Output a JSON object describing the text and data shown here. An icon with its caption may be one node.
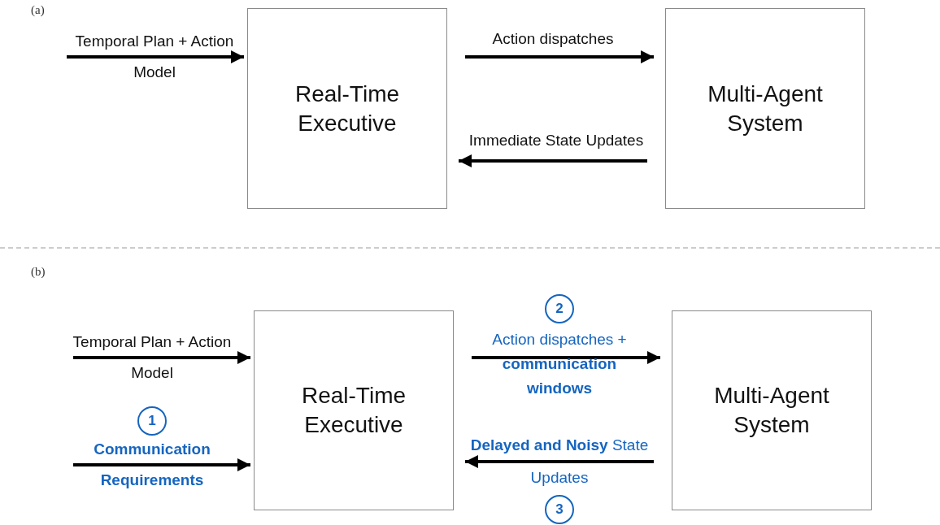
{
  "diagram": {
    "nodes": [
      {
        "text": [
          "Real-Time Executive"
        ]
      },
      {
        "text": [
          "Multi-Agent System"
        ]
      },
      {
        "text": [
          "Real-Time Executive"
        ]
      },
      {
        "text": [
          "Multi-Agent System"
        ]
      },
      {
        "text": [
          "2"
        ]
      },
      {
        "text": [
          "1"
        ]
      },
      {
        "text": [
          "3"
        ]
      }
    ],
    "edges": [
      {
        "from": null,
        "to": 0,
        "arrow": "to",
        "label": "Temporal Plan + Action Model"
      },
      {
        "from": 0,
        "to": 1,
        "arrow": "to",
        "label": "Action dispatches"
      },
      {
        "from": 1,
        "to": 0,
        "arrow": "to",
        "label": "Immediate State Updates"
      },
      {
        "from": null,
        "to": 2,
        "arrow": "to",
        "label": "Temporal Plan + Action Model"
      },
      {
        "from": null,
        "to": 2,
        "arrow": "to",
        "label": "Communication Requirements"
      },
      {
        "from": 2,
        "to": 3,
        "arrow": "to",
        "label": "Action dispatches + **communication windows**"
      },
      {
        "from": 3,
        "to": 2,
        "arrow": "to",
        "label": "**Delayed and Noisy** State Updates"
      }
    ],
    "labels": [
      "(a)",
      "(b)"
    ]
  }
}
